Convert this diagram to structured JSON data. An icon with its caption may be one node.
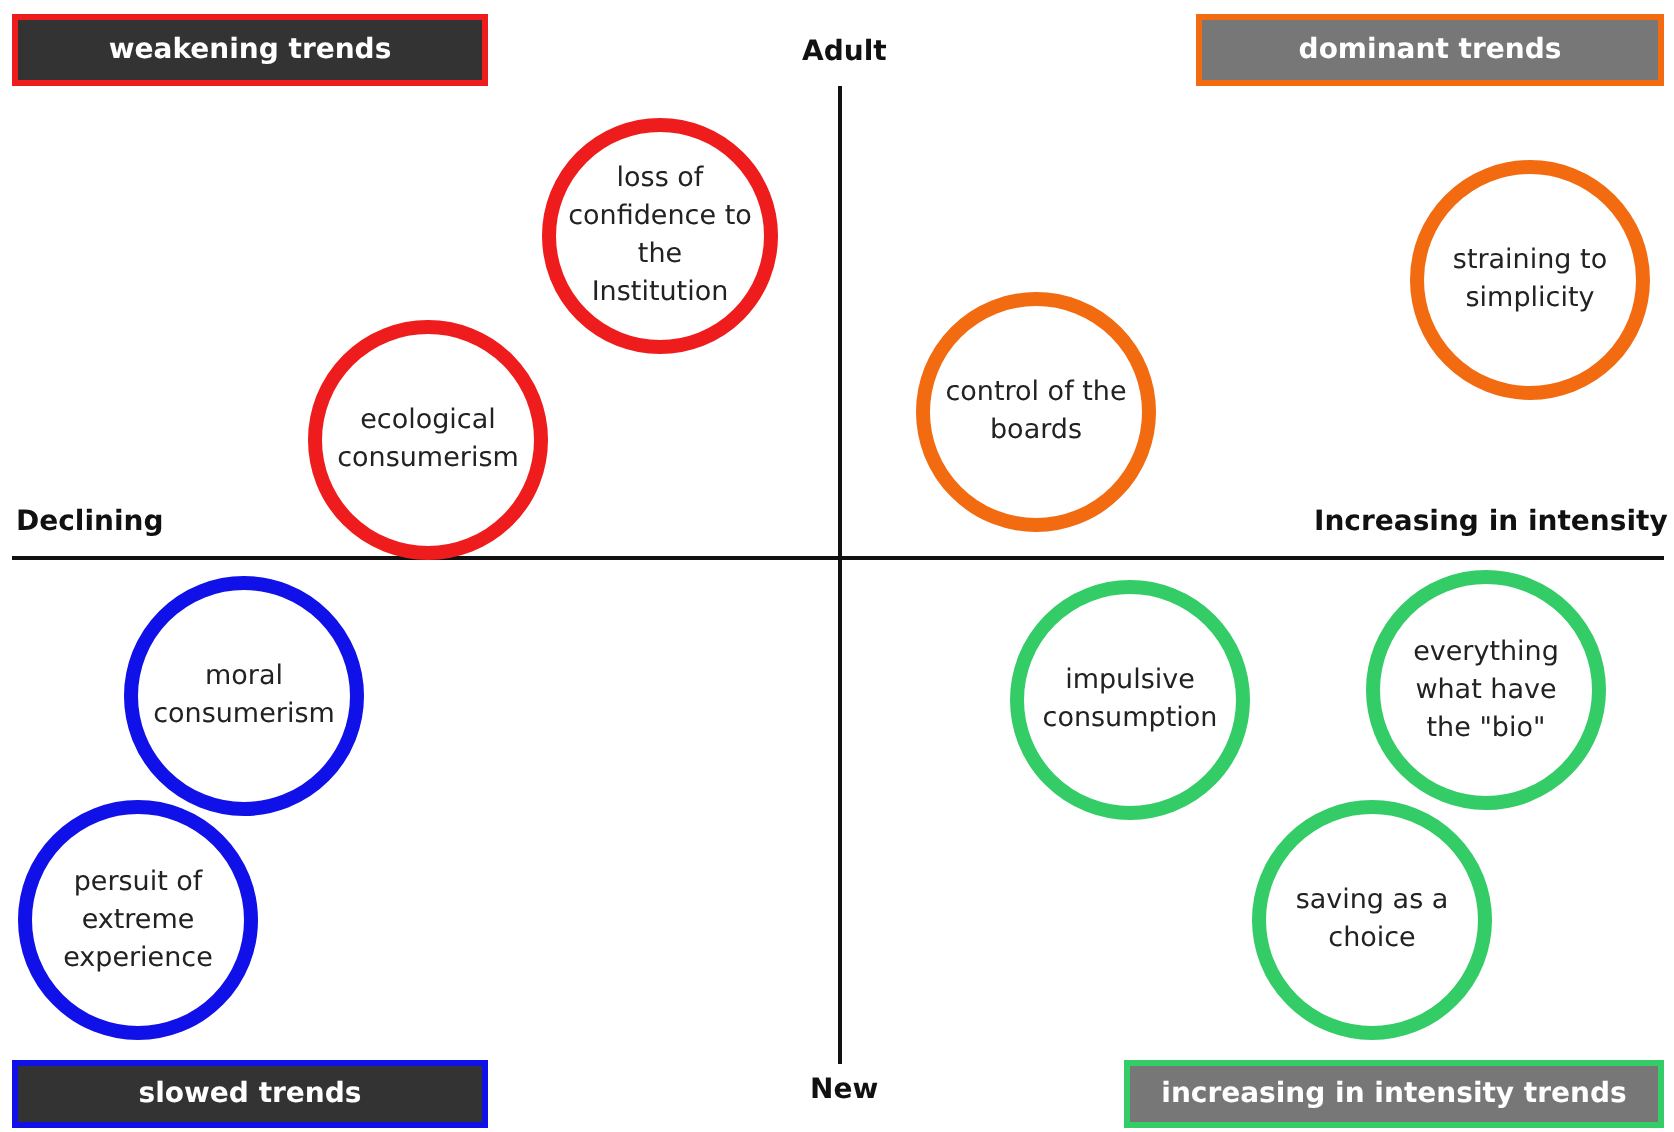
{
  "diagram": {
    "nodes": [
      {
        "text": [
          "weakening trends"
        ]
      },
      {
        "text": [
          "dominant trends"
        ]
      },
      {
        "text": [
          "loss of confidence to the Institution"
        ]
      },
      {
        "text": [
          "straining to simplicity"
        ]
      },
      {
        "text": [
          "control of the boards"
        ]
      },
      {
        "text": [
          "ecological consumerism"
        ]
      },
      {
        "text": [
          "moral consumerism"
        ]
      },
      {
        "text": [
          "impulsive consumption"
        ]
      },
      {
        "text": [
          "everything what have the \"bio\""
        ]
      },
      {
        "text": [
          "persuit of extreme experience"
        ]
      },
      {
        "text": [
          "saving as a choice"
        ]
      },
      {
        "text": [
          "slowed trends"
        ]
      },
      {
        "text": [
          "increasing in intensity trends"
        ]
      }
    ],
    "labels": [
      "Adult",
      "Declining",
      "Increasing in intensity",
      "New"
    ]
  }
}
